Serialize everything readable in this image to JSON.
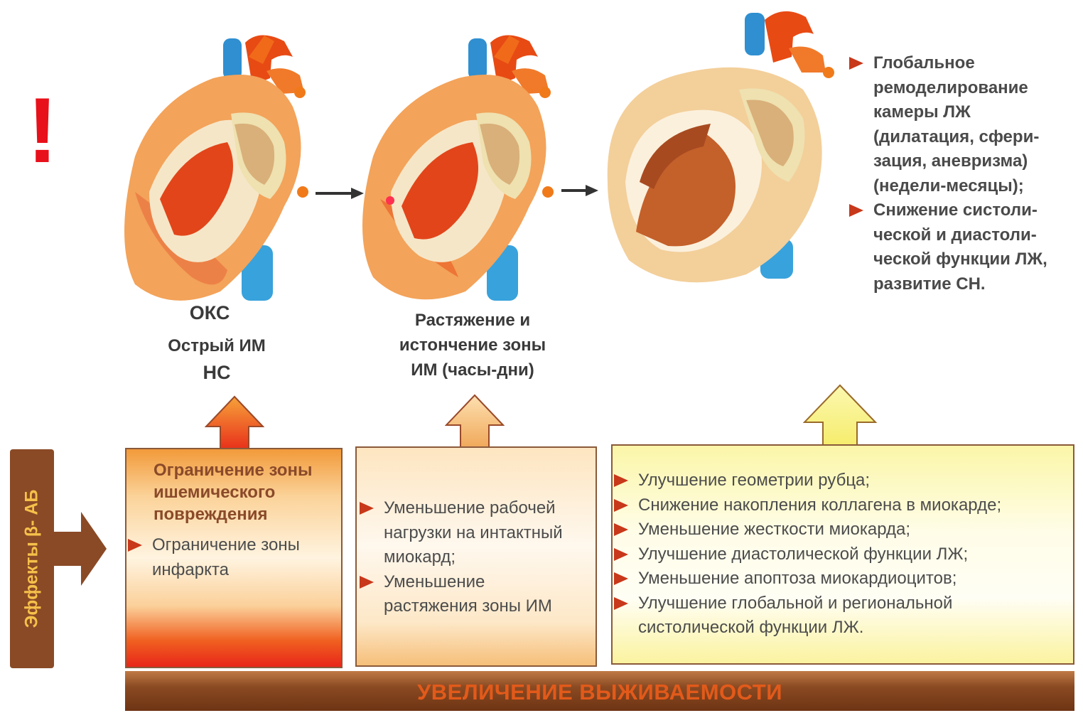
{
  "exclamation": "!",
  "captions": {
    "stage1": [
      "ОКС",
      "Острый ИМ",
      "НС"
    ],
    "stage2": [
      "Растяжение и",
      "истончение зоны",
      "ИМ (часы-дни)"
    ]
  },
  "right_list": [
    [
      "Глобальное",
      "ремоделирование",
      "камеры ЛЖ",
      "(дилатация, сфери-",
      "зация, аневризма)",
      "(недели-месяцы);"
    ],
    [
      "Снижение систоли-",
      "ческой и диастоли-",
      "ческой функции ЛЖ,",
      "развитие СН."
    ]
  ],
  "side_label": "Эффекты β- АБ",
  "box1": {
    "heading": [
      "Ограничение зоны",
      "ишемического",
      "повреждения"
    ],
    "items": [
      [
        "Ограничение зоны",
        "инфаркта"
      ]
    ]
  },
  "box2": {
    "items": [
      [
        "Уменьшение рабочей",
        "нагрузки на интактный",
        "миокард;"
      ],
      [
        "Уменьшение",
        "растяжения зоны ИМ"
      ]
    ]
  },
  "box3": {
    "items": [
      [
        "Улучшение геометрии рубца;"
      ],
      [
        "Снижение накопления коллагена в миокарде;"
      ],
      [
        "Уменьшение жесткости миокарда;"
      ],
      [
        "Улучшение диастолической функции ЛЖ;"
      ],
      [
        "Уменьшение апоптоза миокардиоцитов;"
      ],
      [
        "Улучшение глобальной и региональной",
        "систолической функции ЛЖ."
      ]
    ]
  },
  "bottom_bar": "УВЕЛИЧЕНИЕ ВЫЖИВАЕМОСТИ",
  "colors": {
    "exclamation": "#e8101a",
    "bullet": "#c8381a",
    "side_label_bg": "#8a4a26",
    "side_label_text": "#f6c04a",
    "bottom_text": "#e25a1a"
  }
}
